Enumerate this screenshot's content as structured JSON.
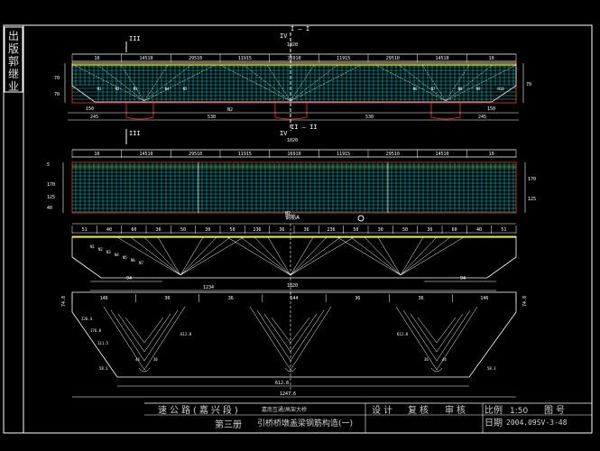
{
  "colors": {
    "background": "#000000",
    "frame": "#ffffff",
    "mesh": "#00d4d4",
    "dim": "#ffffff",
    "beam_outline": "#ffffff",
    "highlight": "#ffff00",
    "red": "#ff2020",
    "green": "#00ff60",
    "title_text": "#d0d0d0"
  },
  "stamp": {
    "text": "出版郭继业"
  },
  "section_markers": {
    "iii_top": "III",
    "iv_top": "IV",
    "i_i": "I — I",
    "ii_ii": "II — II",
    "iii_mid": "III",
    "iv_mid": "IV"
  },
  "view1": {
    "top_dims": [
      "10",
      "14510",
      "29510",
      "11915",
      "16910",
      "11915",
      "29510",
      "14510",
      "10"
    ],
    "overall": "1020",
    "side_dims": [
      "70",
      "70",
      "70"
    ],
    "bottom_dims": [
      "150",
      "150",
      "245",
      "530",
      "530",
      "245"
    ],
    "label_center": "N2",
    "rebar_marks": [
      "N1",
      "N2",
      "N3",
      "N4",
      "N5",
      "N6",
      "N7",
      "N8",
      "N9",
      "N10"
    ]
  },
  "view2": {
    "top_dims": [
      "10",
      "14510",
      "29510",
      "11915",
      "16910",
      "11915",
      "29510",
      "14510",
      "10"
    ],
    "overall": "1020",
    "side_dims": [
      "5",
      "170",
      "125",
      "40"
    ],
    "label": "N2"
  },
  "view3": {
    "header_label": "钢筋A",
    "top_dims": [
      "51",
      "40",
      "60",
      "36",
      "50",
      "30",
      "50",
      "236",
      "36",
      "36",
      "236",
      "50",
      "30",
      "50",
      "36",
      "60",
      "40",
      "51"
    ],
    "bottom_dims": [
      "94",
      "94",
      "1234"
    ],
    "marks": [
      "N1",
      "N2",
      "N3",
      "N4",
      "N5",
      "N6",
      "N7"
    ]
  },
  "view4": {
    "header_label": "1820",
    "top_dims": [
      "146",
      "36",
      "36",
      "144",
      "36",
      "36",
      "146"
    ],
    "side_left": "74.8",
    "side_right": "74.8",
    "bottom": "1247.6",
    "bottom_sub": "612.8",
    "annot": [
      "226.4",
      "176.0",
      "111.5",
      "612.8",
      "44",
      "36",
      "36",
      "44",
      "58.1",
      "58.1",
      "612.8"
    ]
  },
  "title_block": {
    "project": "速公路(嘉兴段)",
    "sub": "嘉南互通/高架大桥",
    "volume": "第三册",
    "drawing_title": "引桥桥墩盖梁钢筋构造(一)",
    "design": "设计",
    "review": "复核",
    "approve": "审核",
    "scale_label": "比例",
    "scale_value": "1:50",
    "sheet_label": "图号",
    "date_label": "日期",
    "sheet_no": "2004.09SV-3-48"
  }
}
